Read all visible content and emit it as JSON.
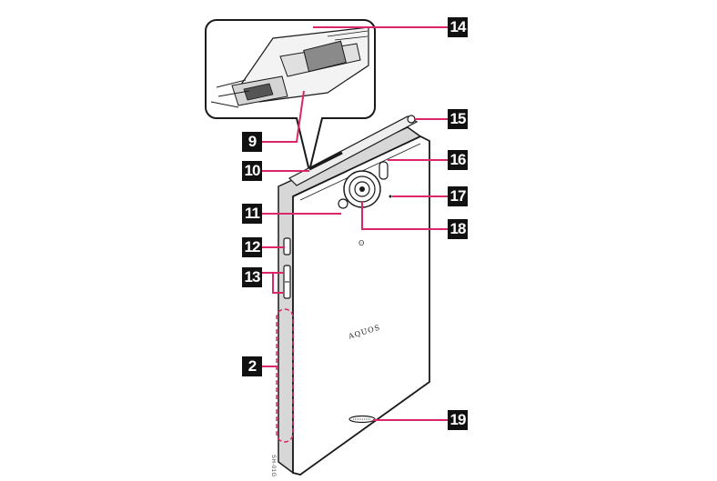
{
  "callouts": {
    "c14": "14",
    "c9": "9",
    "c15": "15",
    "c16": "16",
    "c10": "10",
    "c17": "17",
    "c11": "11",
    "c18": "18",
    "c12": "12",
    "c13": "13",
    "c2": "2",
    "c19": "19"
  },
  "device": {
    "brand": "AQUOS",
    "model": "SH-01G"
  },
  "colors": {
    "leader_line": "#d9276a",
    "callout_box": "#111111",
    "callout_text": "#ffffff",
    "outline": "#1a1a1a"
  }
}
